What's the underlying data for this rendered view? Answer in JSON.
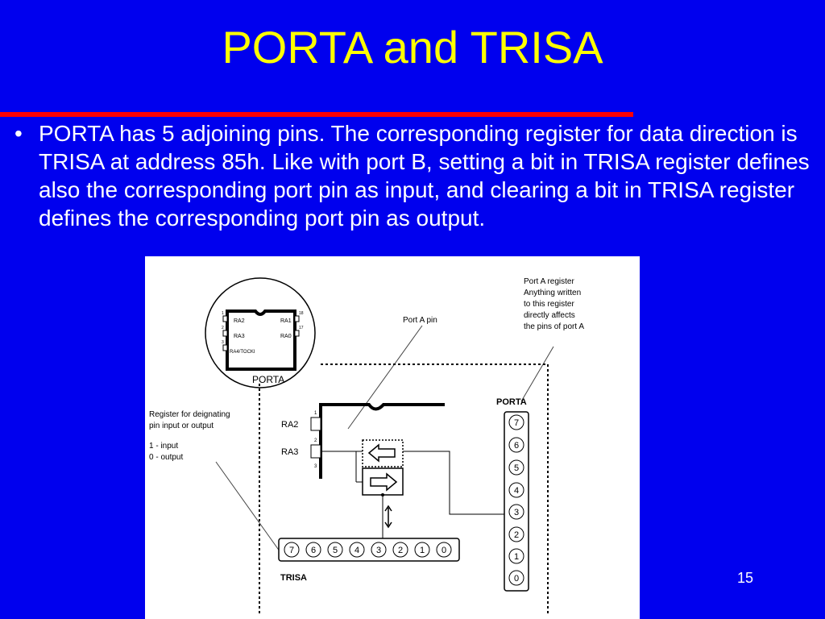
{
  "slide": {
    "title": "PORTA and TRISA",
    "bullets": [
      "PORTA has 5 adjoining pins. The corresponding register for data direction is TRISA at address 85h. Like with port B, setting a bit in TRISA register defines also the corresponding port pin as input, and clearing a bit in TRISA register defines the corresponding port pin as output."
    ],
    "page_number": "15"
  },
  "diagram": {
    "inset_label": "PORTA",
    "chip_pins_left": [
      "RA2",
      "RA3",
      "RA4/TOCKI"
    ],
    "chip_pins_right": [
      "RA1",
      "RA0"
    ],
    "chip_pin_numbers": [
      "1",
      "2",
      "3",
      "18",
      "17"
    ],
    "callout_port_a_pin": "Port A pin",
    "callout_porta_register": [
      "Port A register",
      "Anything written",
      "to this register",
      "directly affects",
      "the pins of port A"
    ],
    "callout_trisa_register": [
      "Register for deignating",
      "pin input or output"
    ],
    "callout_trisa_legend": [
      "1 - input",
      "0 - output"
    ],
    "porta_label": "PORTA",
    "trisa_label": "TRISA",
    "pin_labels": [
      "RA2",
      "RA3"
    ],
    "pin_numbers": [
      "1",
      "2",
      "3"
    ],
    "porta_bits": [
      "7",
      "6",
      "5",
      "4",
      "3",
      "2",
      "1",
      "0"
    ],
    "trisa_bits": [
      "7",
      "6",
      "5",
      "4",
      "3",
      "2",
      "1",
      "0"
    ]
  },
  "colors": {
    "background": "#0000ee",
    "title": "#ffff00",
    "rule": "#ff0000",
    "text": "#ffffff"
  }
}
